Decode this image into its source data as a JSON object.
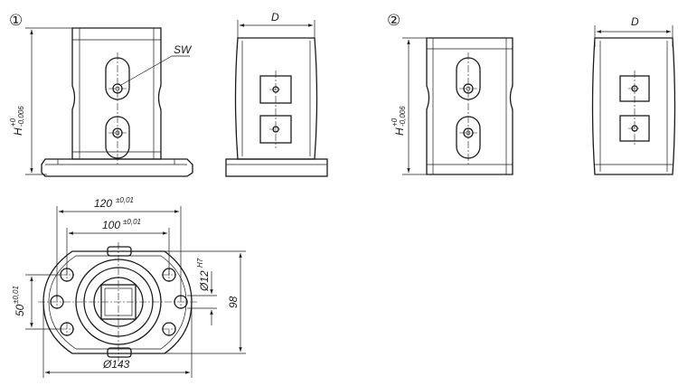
{
  "variants": {
    "v1": {
      "number": "①"
    },
    "v2": {
      "number": "②"
    }
  },
  "labels": {
    "sw": "SW",
    "d": "D",
    "h_main": "H",
    "h_tol_upper": "+0",
    "h_tol_lower": "-0,006",
    "w120_main": "120",
    "w120_tol": "±0,01",
    "w100_main": "100",
    "w100_tol": "±0,01",
    "w143": "Ø143",
    "h50_main": "50",
    "h50_tol": "±0,01",
    "d12_main": "Ø12",
    "d12_tol": "H7",
    "h98": "98"
  }
}
